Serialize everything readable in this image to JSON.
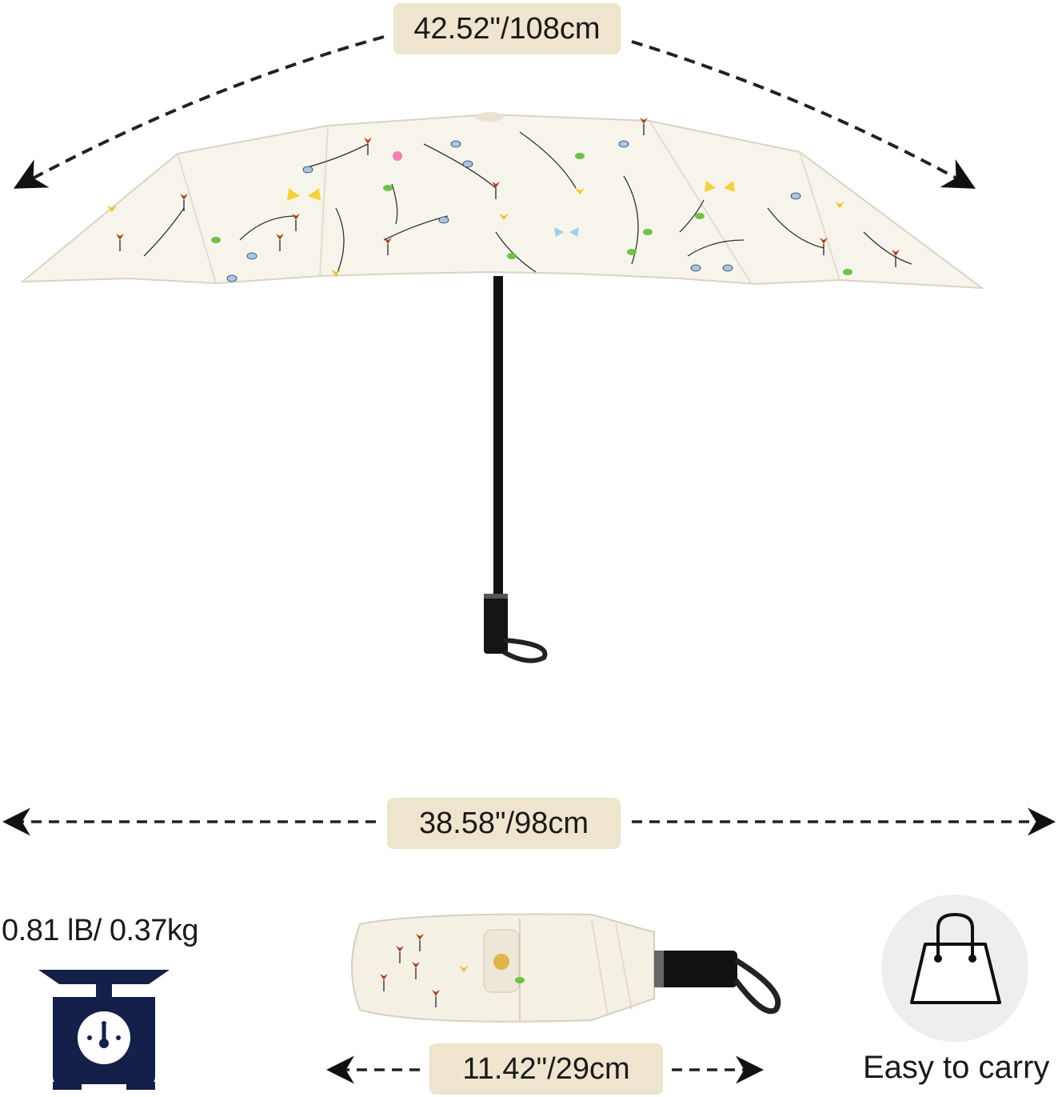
{
  "dimensions": {
    "open_span": "42.52\"/108cm",
    "open_width": "38.58\"/98cm",
    "folded_length": "11.42\"/29cm"
  },
  "weight": {
    "label": "0.81 lB/ 0.37kg",
    "icon": "scale-icon"
  },
  "carry": {
    "label": "Easy to carry",
    "icon": "handbag-icon"
  },
  "colors": {
    "label_bg": "#efe4ce",
    "canopy": "#f7f4ec",
    "shaft": "#111111",
    "scale": "#14204a"
  }
}
